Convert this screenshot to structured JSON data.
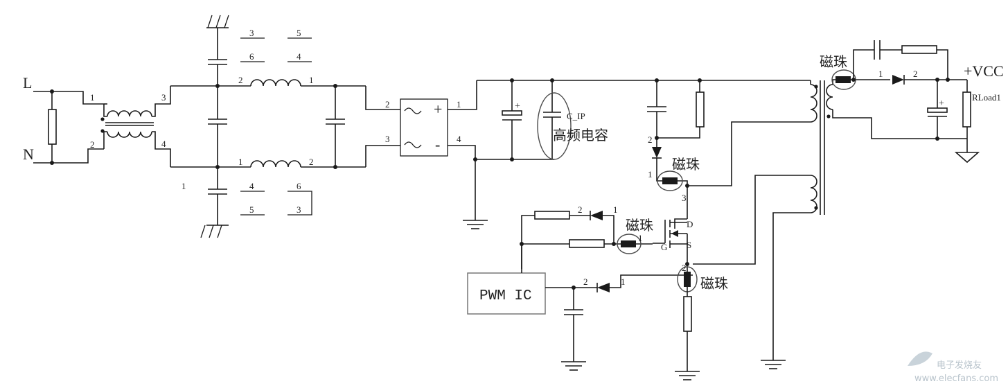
{
  "labels": {
    "line": "L",
    "neutral": "N",
    "vcc": "+VCC",
    "rload": "RLoad1",
    "cip": "C_IP",
    "hf_cap": "高频电容",
    "bead": "磁珠",
    "pwm": "PWM IC",
    "plus": "+",
    "minus": "-",
    "p1": "1",
    "p2": "2",
    "p3": "3",
    "p4": "4",
    "p5": "5",
    "p6": "6",
    "pin_g": "G",
    "pin_d": "D",
    "pin_s": "S",
    "watermark1": "电子发烧友",
    "watermark2": "www.elecfans.com"
  },
  "colors": {
    "wire": "#1a1a1a",
    "ellipse": "#4a4a4a",
    "pwm_box": "#777777"
  }
}
